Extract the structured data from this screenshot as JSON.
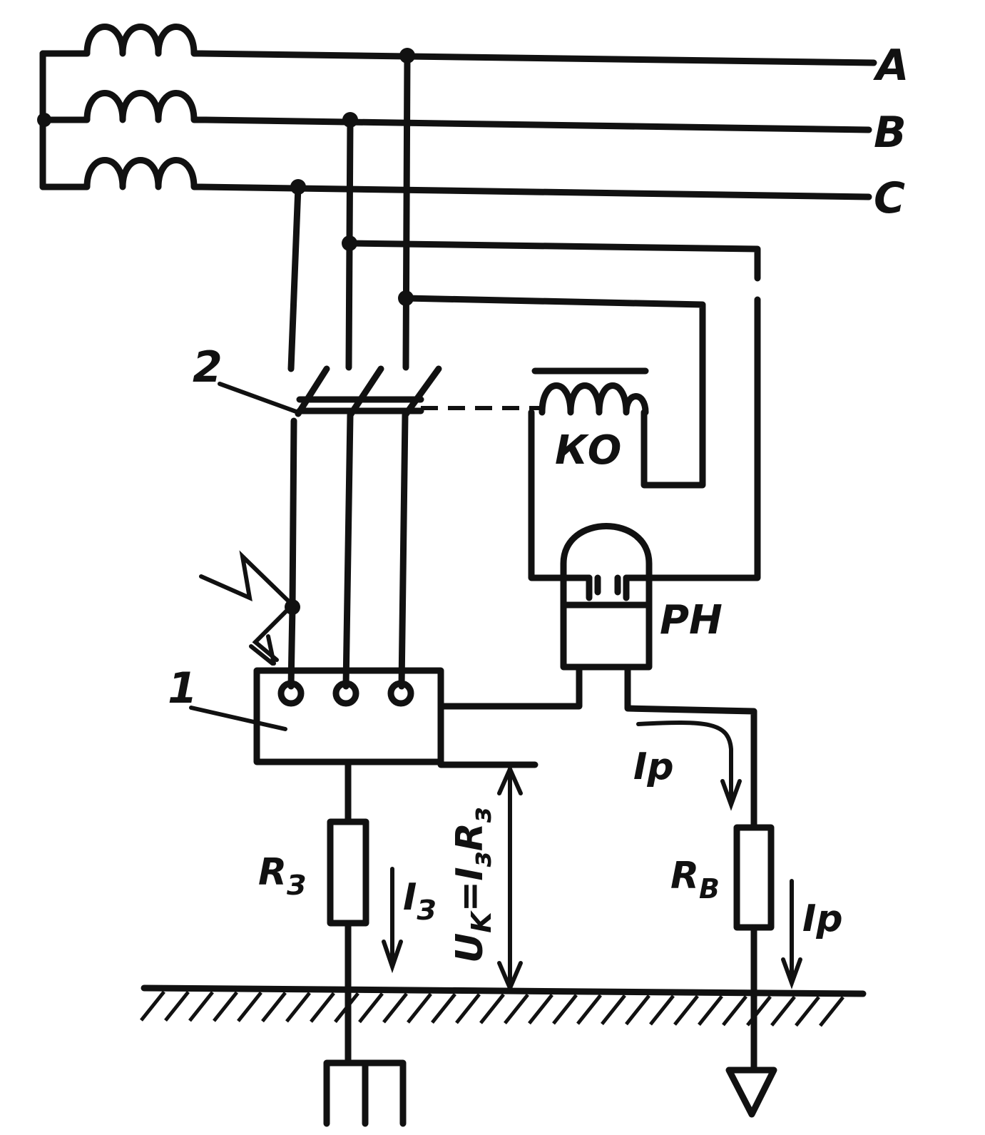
{
  "labels": {
    "phase_a": "A",
    "phase_b": "B",
    "phase_c": "C",
    "breaker": "2",
    "equipment": "1",
    "trip_coil": "КО",
    "relay": "РН",
    "earth_resistance": "R",
    "earth_resistance_sub": "З",
    "earth_current": "I",
    "earth_current_sub": "З",
    "aux_resistance": "R",
    "aux_resistance_sub": "В",
    "relay_current_upper": "Iр",
    "relay_current_lower": "Iр",
    "touch_voltage": "U",
    "touch_voltage_sub": "K",
    "touch_voltage_formula": "=I",
    "touch_voltage_formula_sub1": "з",
    "touch_voltage_formula_r": "R",
    "touch_voltage_formula_sub2": "з"
  }
}
